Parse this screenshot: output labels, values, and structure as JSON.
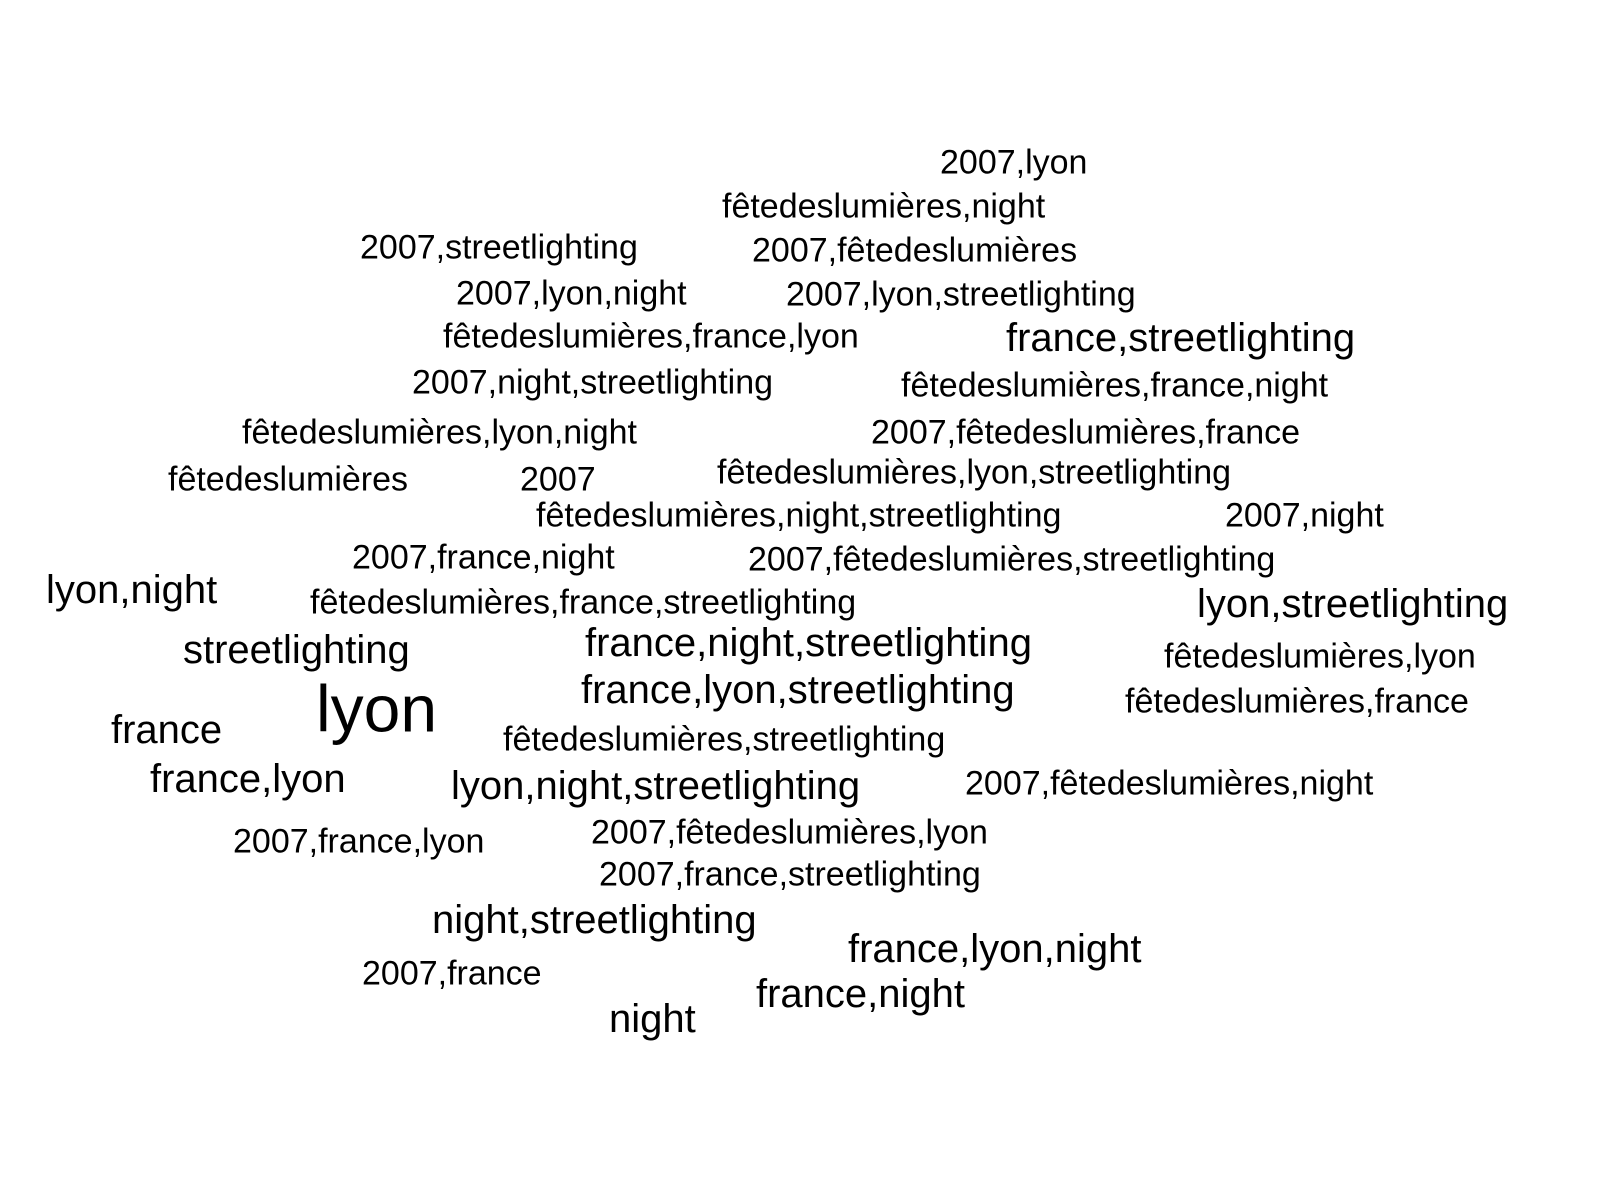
{
  "text_color": "#000000",
  "background": "#ffffff",
  "words": [
    {
      "text": "2007,lyon"
    },
    {
      "text": "fêtedeslumières,night"
    },
    {
      "text": "2007,streetlighting"
    },
    {
      "text": "2007,fêtedeslumières"
    },
    {
      "text": "2007,lyon,night"
    },
    {
      "text": "2007,lyon,streetlighting"
    },
    {
      "text": "fêtedeslumières,france,lyon"
    },
    {
      "text": "france,streetlighting"
    },
    {
      "text": "2007,night,streetlighting"
    },
    {
      "text": "fêtedeslumières,france,night"
    },
    {
      "text": "fêtedeslumières,lyon,night"
    },
    {
      "text": "2007,fêtedeslumières,france"
    },
    {
      "text": "fêtedeslumières"
    },
    {
      "text": "2007"
    },
    {
      "text": "fêtedeslumières,lyon,streetlighting"
    },
    {
      "text": "fêtedeslumières,night,streetlighting"
    },
    {
      "text": "2007,night"
    },
    {
      "text": "2007,france,night"
    },
    {
      "text": "2007,fêtedeslumières,streetlighting"
    },
    {
      "text": "lyon,night"
    },
    {
      "text": "fêtedeslumières,france,streetlighting"
    },
    {
      "text": "lyon,streetlighting"
    },
    {
      "text": "streetlighting"
    },
    {
      "text": "france,night,streetlighting"
    },
    {
      "text": "fêtedeslumières,lyon"
    },
    {
      "text": "france,lyon,streetlighting"
    },
    {
      "text": "fêtedeslumières,france"
    },
    {
      "text": "lyon"
    },
    {
      "text": "france"
    },
    {
      "text": "fêtedeslumières,streetlighting"
    },
    {
      "text": "france,lyon"
    },
    {
      "text": "lyon,night,streetlighting"
    },
    {
      "text": "2007,fêtedeslumières,night"
    },
    {
      "text": "2007,france,lyon"
    },
    {
      "text": "2007,fêtedeslumières,lyon"
    },
    {
      "text": "2007,france,streetlighting"
    },
    {
      "text": "night,streetlighting"
    },
    {
      "text": "france,lyon,night"
    },
    {
      "text": "2007,france"
    },
    {
      "text": "france,night"
    },
    {
      "text": "night"
    }
  ]
}
